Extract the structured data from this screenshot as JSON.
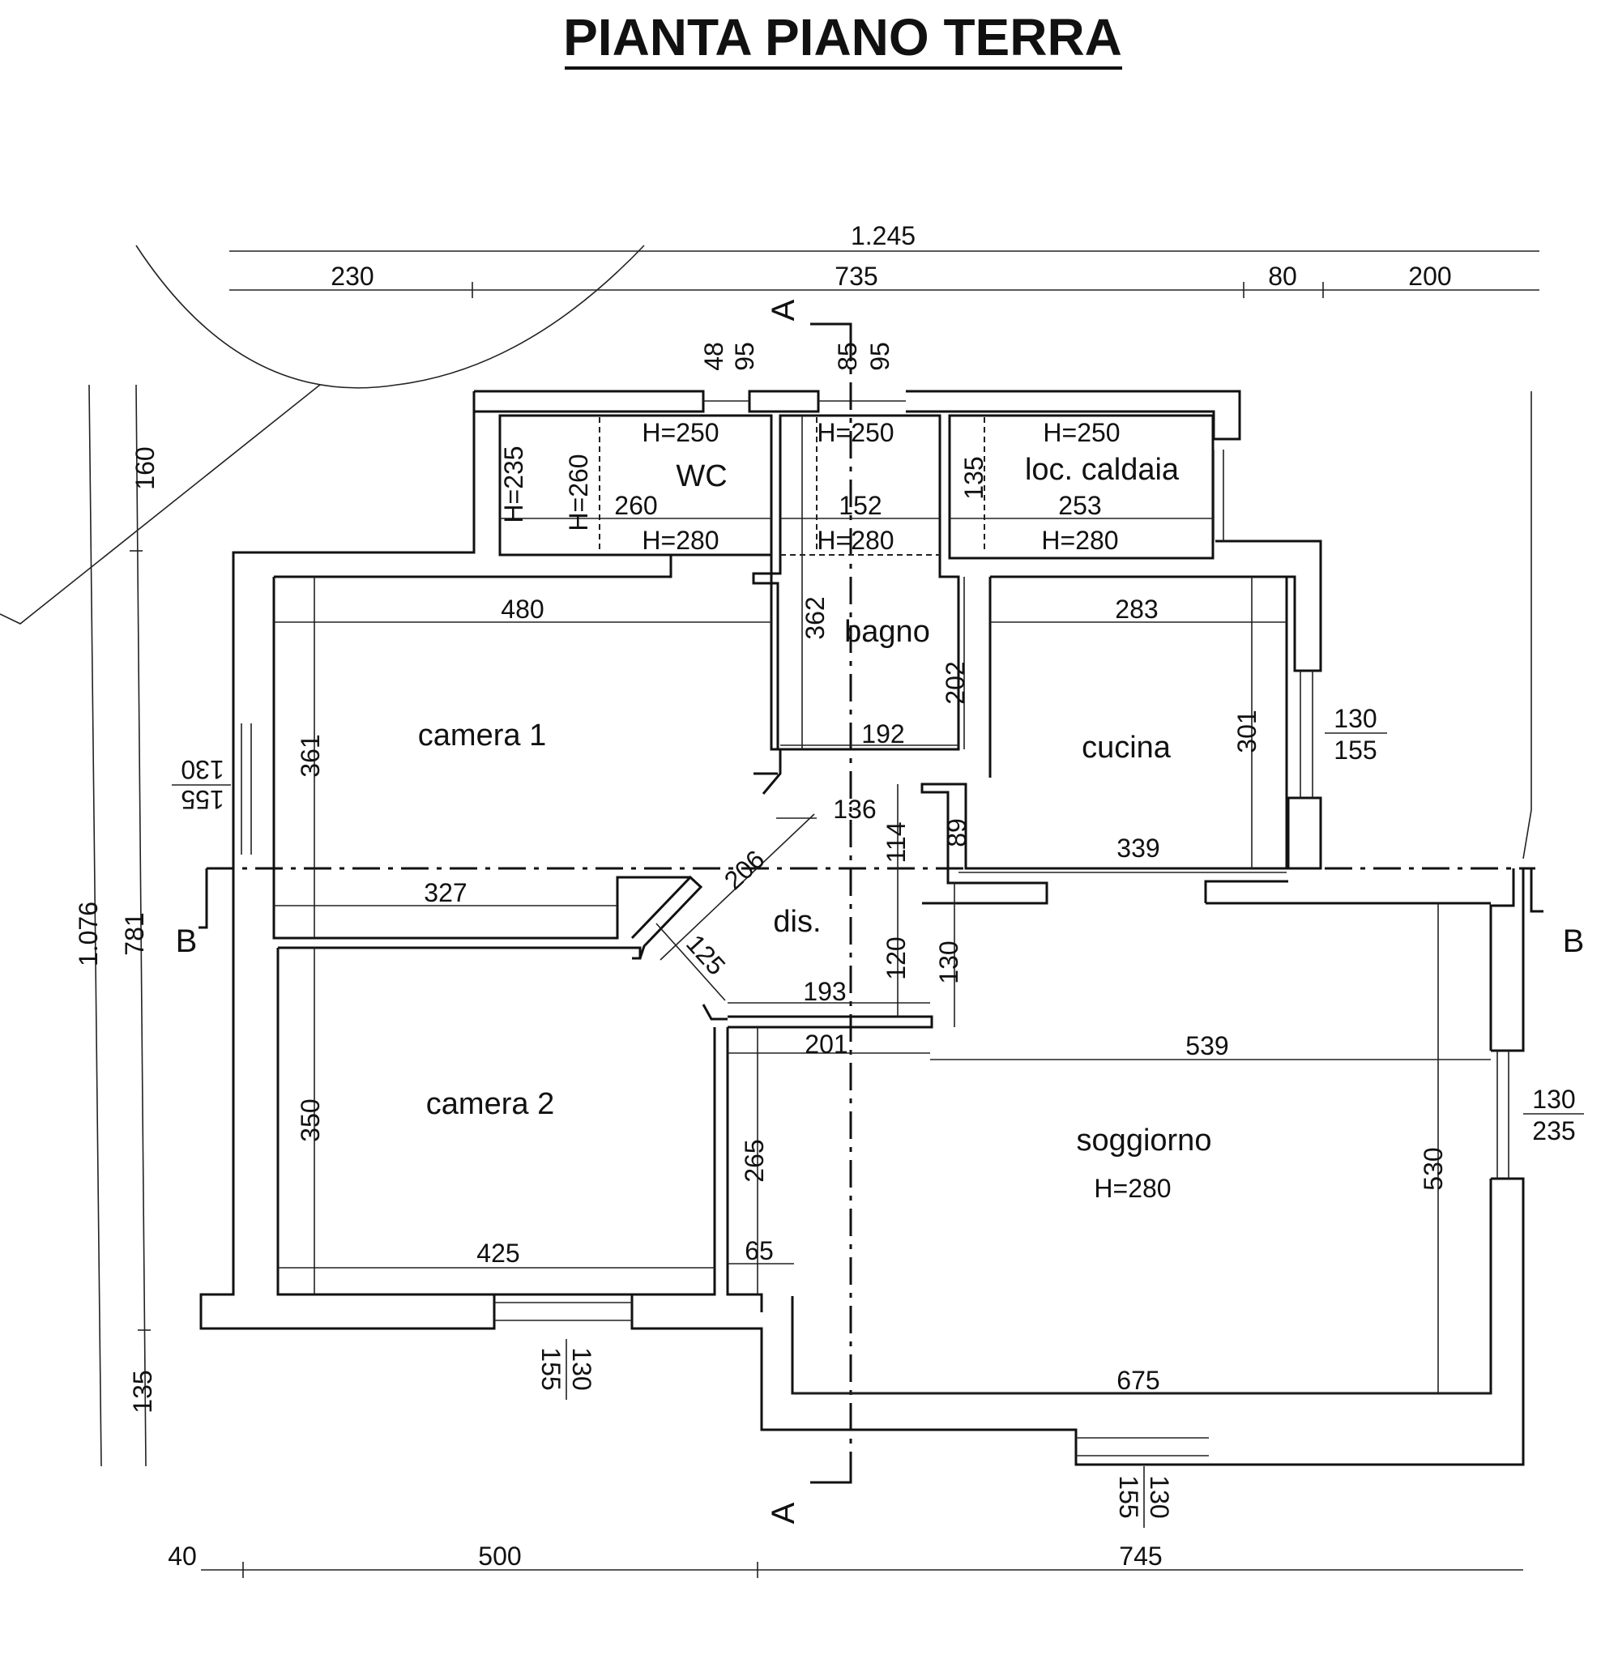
{
  "title": "PIANTA PIANO TERRA",
  "rooms": {
    "wc": "WC",
    "caldaia": "loc. caldaia",
    "bagno": "bagno",
    "camera1": "camera 1",
    "cucina": "cucina",
    "dis": "dis.",
    "camera2": "camera 2",
    "soggiorno": "soggiorno"
  },
  "heights": {
    "h250": "H=250",
    "h280": "H=280",
    "h235": "H=235",
    "h260": "H=260"
  },
  "sections": {
    "a": "A",
    "b": "B"
  },
  "dims": {
    "total_top": "1.245",
    "top_230": "230",
    "top_735": "735",
    "top_80": "80",
    "top_200": "200",
    "w48": "48",
    "w95a": "95",
    "w85": "85",
    "w95b": "95",
    "wc_260": "260",
    "bagno_152": "152",
    "caldaia_253": "253",
    "caldaia_135": "135",
    "cam1_480": "480",
    "bagno_362": "362",
    "cucina_283": "283",
    "bagno_202": "202",
    "cucina_301": "301",
    "win_130_r1": "130",
    "win_155_r1": "155",
    "bagno_192": "192",
    "cam1_361": "361",
    "win_155_l": "155",
    "win_130_l": "130",
    "dis_136": "136",
    "d_114": "114",
    "d_89": "89",
    "cucina_339": "339",
    "dis_206": "206",
    "cam1_327": "327",
    "dis_125": "125",
    "d_120": "120",
    "d_130": "130",
    "dis_193": "193",
    "d_201": "201",
    "sogg_539": "539",
    "win_130_r2": "130",
    "win_235_r2": "235",
    "cam2_350": "350",
    "d_265": "265",
    "sogg_530": "530",
    "cam2_425": "425",
    "d_65": "65",
    "win_130_b1": "130",
    "win_155_b1": "155",
    "sogg_675": "675",
    "win_130_b2": "130",
    "win_155_b2": "155",
    "left_1076": "1.076",
    "left_781": "781",
    "left_160": "160",
    "left_135": "135",
    "bot_40": "40",
    "bot_500": "500",
    "bot_745": "745"
  }
}
